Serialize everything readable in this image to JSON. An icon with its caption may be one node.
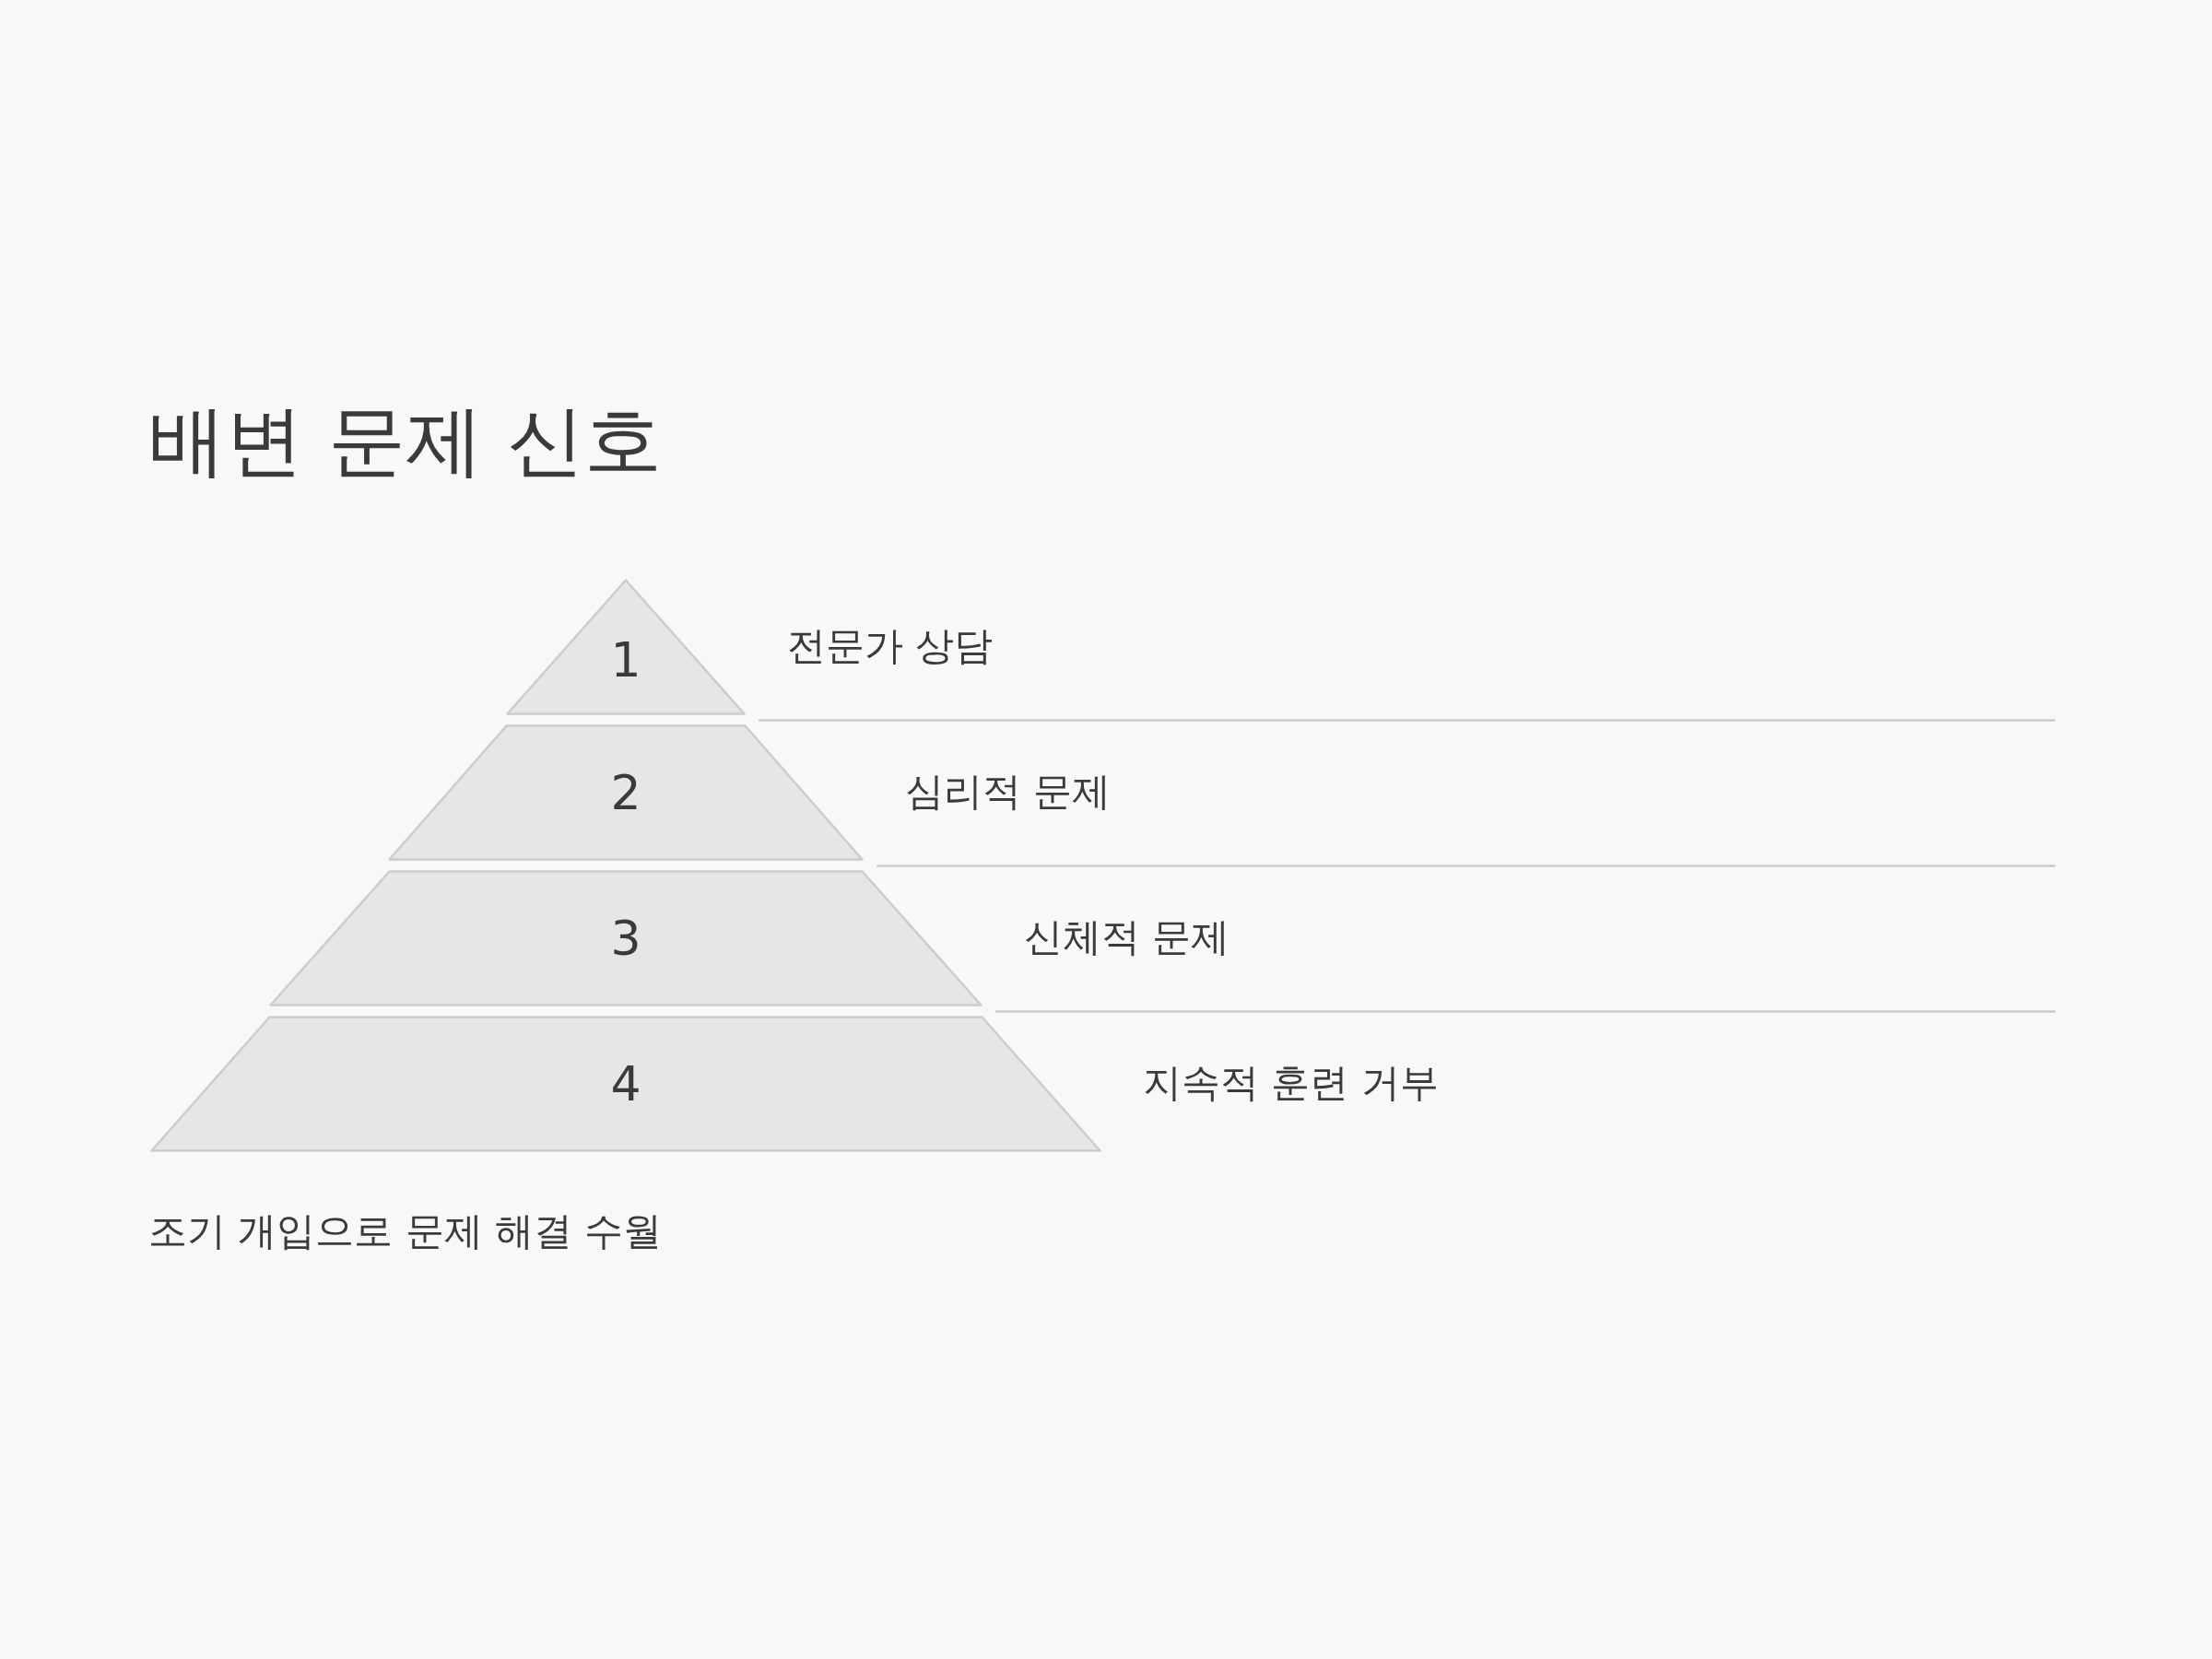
{
  "diagram": {
    "title": "배변 문제 신호",
    "caption": "조기 개입으로 문제 해결 수월",
    "nodes": [
      {
        "text": [
          "1"
        ],
        "beside": [
          "전문가 상담"
        ]
      },
      {
        "text": [
          "2"
        ],
        "beside": [
          "심리적 문제"
        ]
      },
      {
        "text": [
          "3"
        ],
        "beside": [
          "신체적 문제"
        ]
      },
      {
        "text": [
          "4"
        ],
        "beside": [
          "지속적 훈련 거부"
        ]
      }
    ]
  }
}
